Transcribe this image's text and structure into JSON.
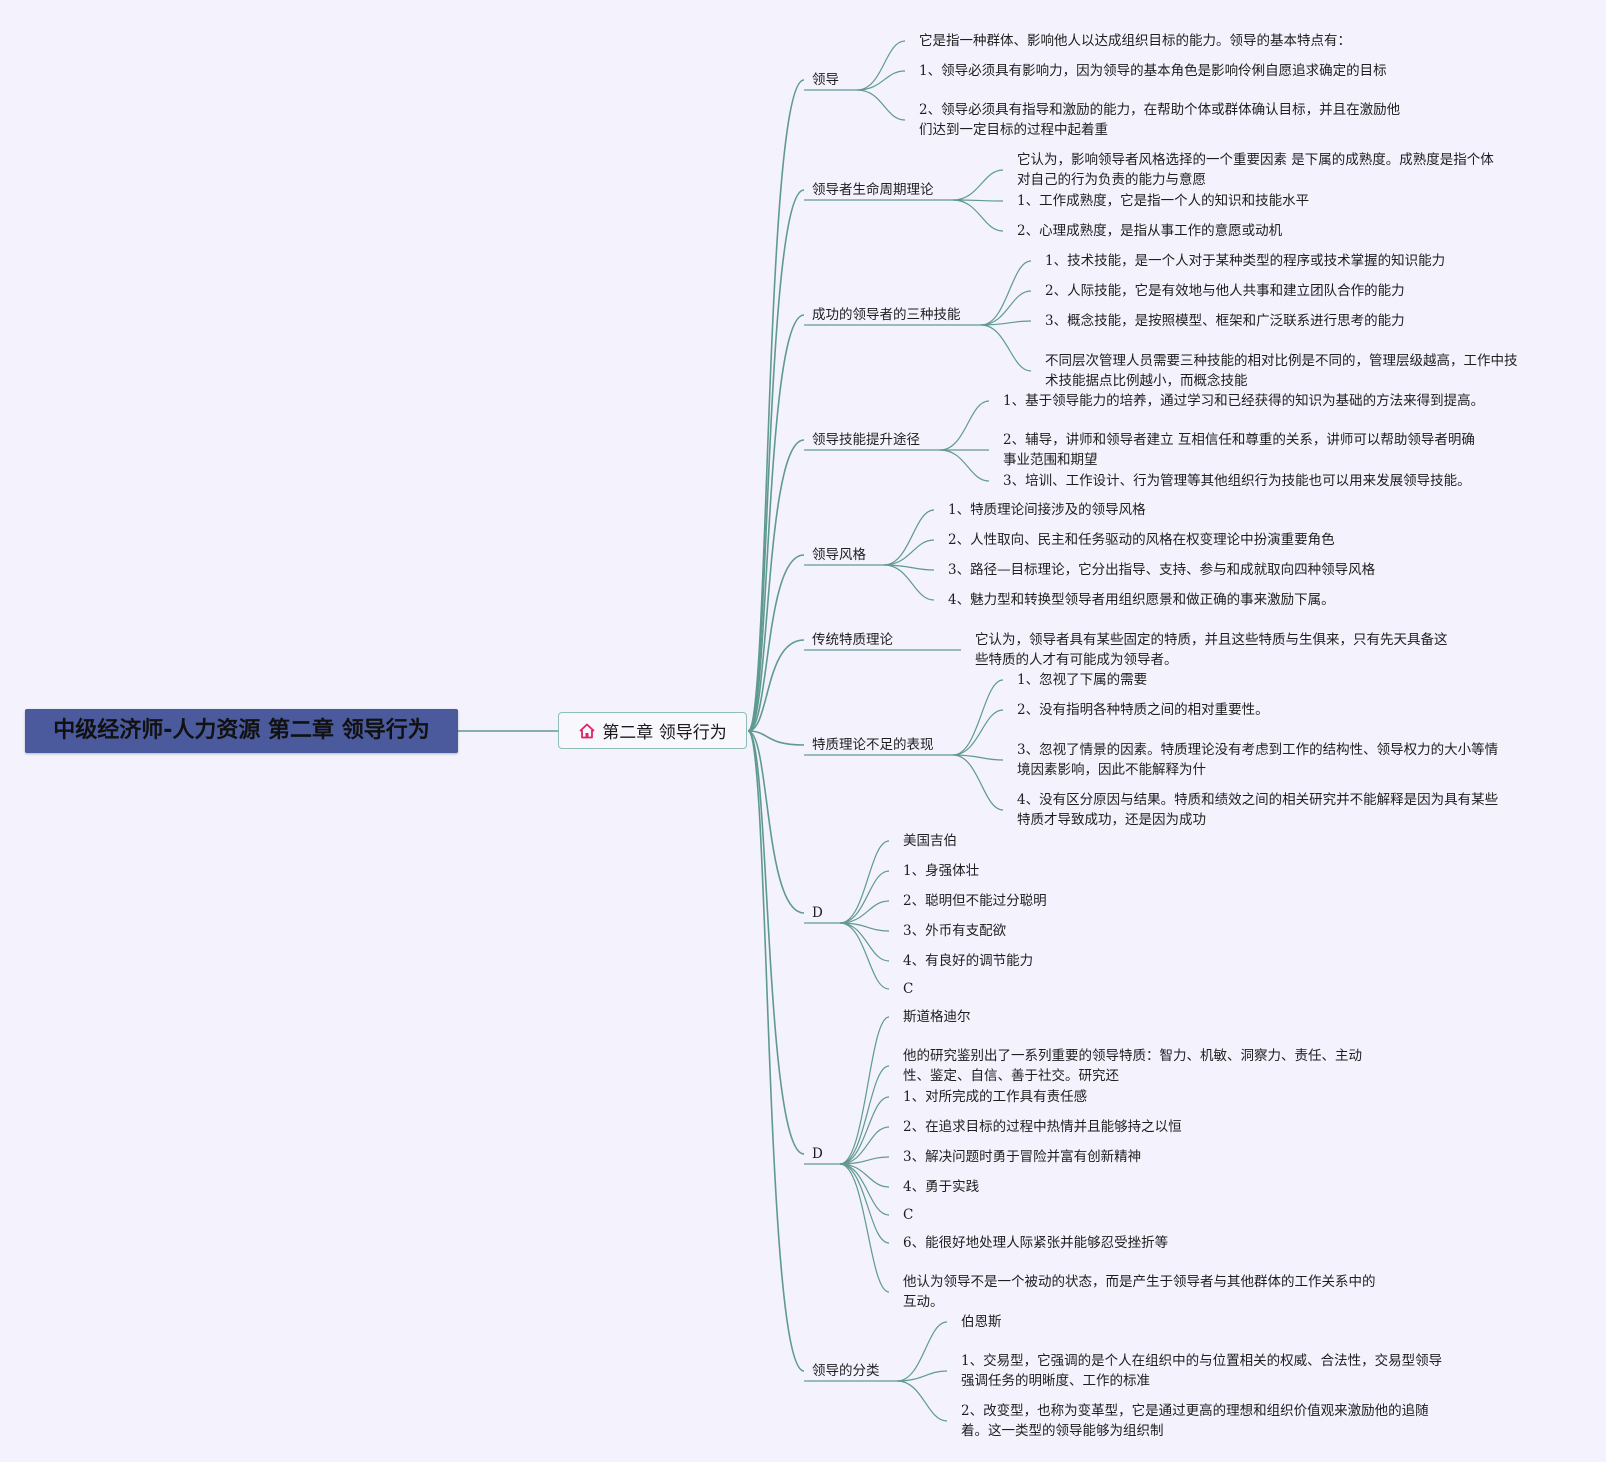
{
  "root": {
    "title": "中级经济师-人力资源 第二章 领导行为"
  },
  "center": {
    "label": "第二章 领导行为",
    "icon": "home-icon"
  },
  "colors": {
    "wire": "#5f9a8e",
    "root_bg": "#4a5a9c",
    "page_bg": "#f3f2fd"
  },
  "branches": [
    {
      "label": "领导",
      "children": [
        "它是指一种群体、影响他人以达成组织目标的能力。领导的基本特点有：",
        "1、领导必须具有影响力，因为领导的基本角色是影响伶俐自愿追求确定的目标",
        "2、领导必须具有指导和激励的能力，在帮助个体或群体确认目标，并且在激励他\n们达到一定目标的过程中起着重"
      ]
    },
    {
      "label": "领导者生命周期理论",
      "children": [
        "它认为，影响领导者风格选择的一个重要因素 是下属的成熟度。成熟度是指个体\n对自己的行为负责的能力与意愿",
        "1、工作成熟度，它是指一个人的知识和技能水平",
        "2、心理成熟度，是指从事工作的意愿或动机"
      ]
    },
    {
      "label": "成功的领导者的三种技能",
      "children": [
        "1、技术技能，是一个人对于某种类型的程序或技术掌握的知识能力",
        "2、人际技能，它是有效地与他人共事和建立团队合作的能力",
        "3、概念技能，是按照模型、框架和广泛联系进行思考的能力",
        "不同层次管理人员需要三种技能的相对比例是不同的，管理层级越高，工作中技\n术技能据点比例越小，而概念技能"
      ]
    },
    {
      "label": "领导技能提升途径",
      "children": [
        "1、基于领导能力的培养，通过学习和已经获得的知识为基础的方法来得到提高。",
        "2、辅导，讲师和领导者建立 互相信任和尊重的关系，讲师可以帮助领导者明确\n事业范围和期望",
        "3、培训、工作设计、行为管理等其他组织行为技能也可以用来发展领导技能。"
      ]
    },
    {
      "label": "领导风格",
      "children": [
        "1、特质理论间接涉及的领导风格",
        "2、人性取向、民主和任务驱动的风格在权变理论中扮演重要角色",
        "3、路径—目标理论，它分出指导、支持、参与和成就取向四种领导风格",
        "4、魅力型和转换型领导者用组织愿景和做正确的事来激励下属。"
      ]
    },
    {
      "label": "传统特质理论",
      "children": [
        "它认为，领导者具有某些固定的特质，并且这些特质与生俱来，只有先天具备这\n些特质的人才有可能成为领导者。"
      ]
    },
    {
      "label": "特质理论不足的表现",
      "children": [
        "1、忽视了下属的需要",
        "2、没有指明各种特质之间的相对重要性。",
        "3、忽视了情景的因素。特质理论没有考虑到工作的结构性、领导权力的大小等情\n境因素影响，因此不能解释为什",
        "4、没有区分原因与结果。特质和绩效之间的相关研究并不能解释是因为具有某些\n特质才导致成功，还是因为成功"
      ]
    },
    {
      "label": "D",
      "children": [
        "美国吉伯",
        "1、身强体壮",
        "2、聪明但不能过分聪明",
        "3、外币有支配欲",
        "4、有良好的调节能力",
        "C"
      ]
    },
    {
      "label": "D",
      "children": [
        "斯道格迪尔",
        "他的研究鉴别出了一系列重要的领导特质：智力、机敏、洞察力、责任、主动\n性、鉴定、自信、善于社交。研究还",
        "1、对所完成的工作具有责任感",
        "2、在追求目标的过程中热情并且能够持之以恒",
        "3、解决问题时勇于冒险并富有创新精神",
        "4、勇于实践",
        "C",
        "6、能很好地处理人际紧张并能够忍受挫折等",
        "他认为领导不是一个被动的状态，而是产生于领导者与其他群体的工作关系中的\n互动。"
      ]
    },
    {
      "label": "领导的分类",
      "children": [
        "伯恩斯",
        "1、交易型，它强调的是个人在组织中的与位置相关的权威、合法性，交易型领导\n强调任务的明晰度、工作的标准",
        "2、改变型，也称为变革型，它是通过更高的理想和组织价值观来激励他的追随\n着。这一类型的领导能够为组织制"
      ]
    }
  ]
}
